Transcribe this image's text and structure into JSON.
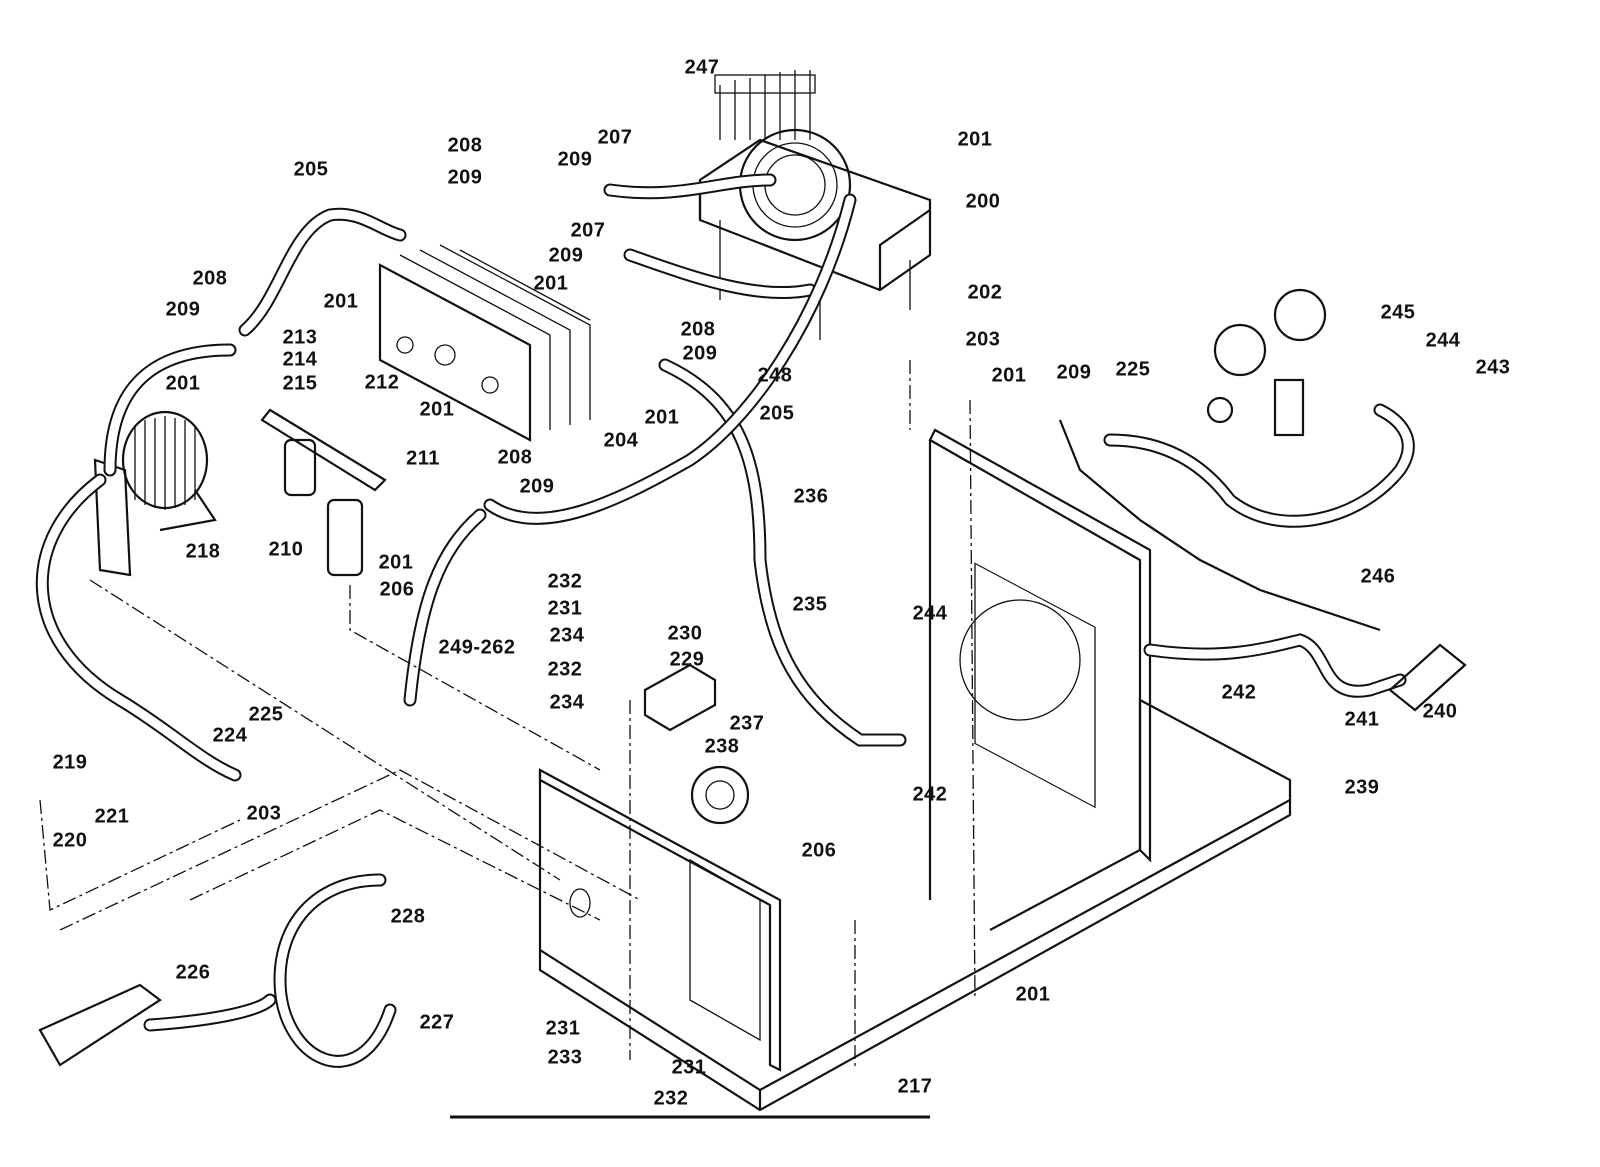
{
  "labels": [
    "247",
    "201",
    "208",
    "207",
    "209",
    "205",
    "209",
    "200",
    "207",
    "209",
    "201",
    "208",
    "209",
    "201",
    "202",
    "208",
    "209",
    "213",
    "214",
    "215",
    "212",
    "201",
    "201",
    "201",
    "204",
    "203",
    "248",
    "205",
    "245",
    "244",
    "243",
    "201",
    "209",
    "225",
    "211",
    "208",
    "209",
    "218",
    "210",
    "201",
    "206",
    "236",
    "246",
    "232",
    "231",
    "235",
    "244",
    "234",
    "230",
    "249-262",
    "229",
    "232",
    "234",
    "242",
    "241",
    "240",
    "225",
    "224",
    "237",
    "238",
    "219",
    "203",
    "221",
    "242",
    "239",
    "206",
    "220",
    "228",
    "226",
    "201",
    "227",
    "231",
    "233",
    "231",
    "217",
    "232"
  ]
}
